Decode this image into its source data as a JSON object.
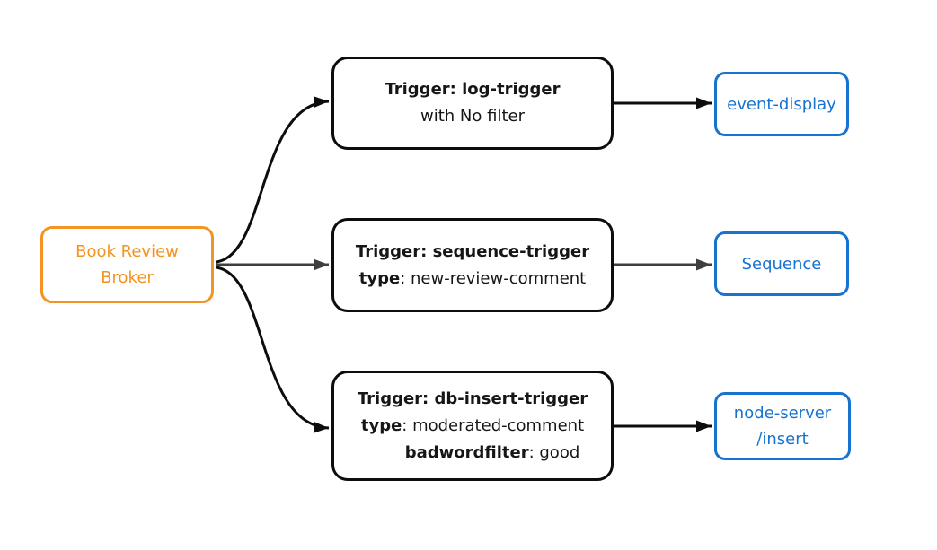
{
  "broker": {
    "label": "Book Review Broker"
  },
  "triggers": [
    {
      "title": "Trigger: log-trigger",
      "subtitle": "with No filter"
    },
    {
      "title": "Trigger: sequence-trigger",
      "attrs": [
        {
          "key": "type",
          "value": ": new-review-comment"
        }
      ]
    },
    {
      "title": "Trigger: db-insert-trigger",
      "attrs": [
        {
          "key": "type",
          "value": ": moderated-comment"
        },
        {
          "key": "badwordfilter",
          "value": ": good"
        }
      ]
    }
  ],
  "sinks": [
    {
      "label": "event-display"
    },
    {
      "label": "Sequence"
    },
    {
      "line1": "node-server",
      "line2": "/insert"
    }
  ],
  "colors": {
    "broker": "#f39322",
    "sink": "#1772d0",
    "edge": "#0d0d0d",
    "edge_muted": "#3f3f3f"
  }
}
